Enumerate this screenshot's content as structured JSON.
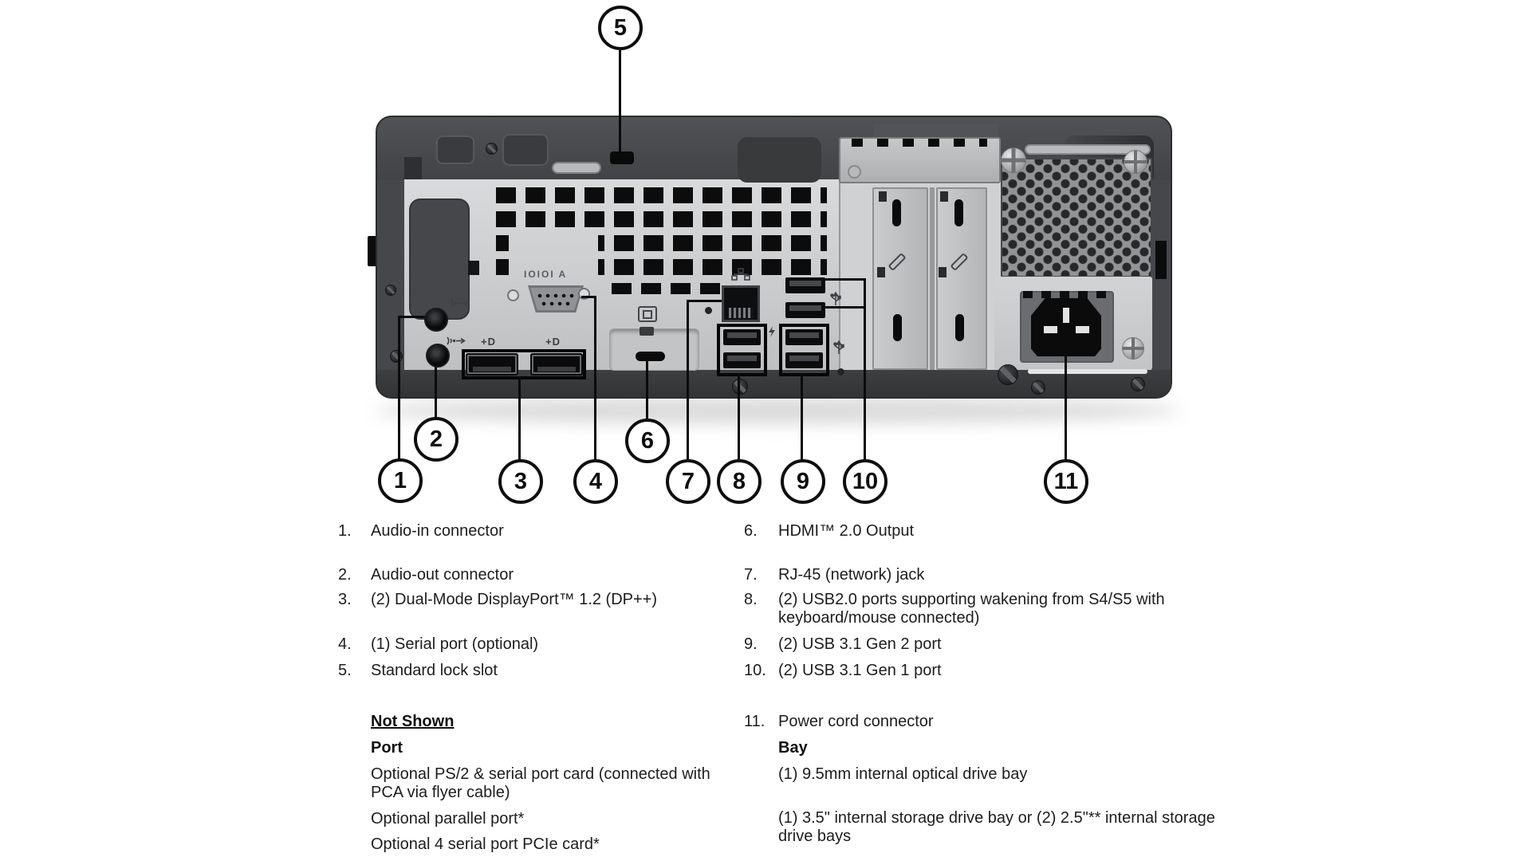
{
  "colors": {
    "chassis_dark": "#46474a",
    "panel_light": "#c8c9cb",
    "port_black": "#0c0c0d",
    "callout_ink": "#0e0e0e",
    "text": "#1d1d1f"
  },
  "diagram": {
    "serial_port_label": "IOIOI A",
    "dp_icon_label": "+D"
  },
  "callouts": [
    "1",
    "2",
    "3",
    "4",
    "5",
    "6",
    "7",
    "8",
    "9",
    "10",
    "11"
  ],
  "legend": {
    "left": [
      {
        "num": "1.",
        "text": "Audio-in connector"
      },
      {
        "num": "2.",
        "text": "Audio-out connector"
      },
      {
        "num": "3.",
        "text": "(2) Dual-Mode DisplayPort™ 1.2 (DP++)"
      },
      {
        "num": "4.",
        "text": "(1) Serial port (optional)"
      },
      {
        "num": "5.",
        "text": "Standard lock slot"
      }
    ],
    "right": [
      {
        "num": "6.",
        "text": "HDMI™ 2.0 Output"
      },
      {
        "num": "7.",
        "text": "RJ-45 (network) jack"
      },
      {
        "num": "8.",
        "text": "(2) USB2.0 ports supporting wakening from S4/S5 with keyboard/mouse connected)"
      },
      {
        "num": "9.",
        "text": "(2) USB 3.1 Gen 2 port"
      },
      {
        "num": "10.",
        "text": "(2) USB 3.1 Gen 1 port"
      }
    ],
    "not_shown": {
      "title": "Not Shown",
      "port_heading": "Port",
      "items": [
        "Optional PS/2 & serial port card (connected with PCA via flyer cable)",
        "Optional parallel port*",
        "Optional 4 serial port PCIe card*"
      ]
    },
    "shown_right": {
      "num": "11.",
      "text": "Power cord connector",
      "bay_heading": "Bay",
      "items": [
        "(1) 9.5mm internal optical drive bay",
        "(1) 3.5\" internal storage drive bay or (2) 2.5\"** internal storage drive bays"
      ]
    }
  },
  "icons": {
    "audio-in-icon": "sound waves with arrow",
    "audio-out-icon": "sound waves with arrow",
    "network-icon": "three connected network nodes",
    "usb-icon": "USB trident",
    "usb-ss-icon": "SuperSpeed USB trident",
    "wake-icon": "lightning bolt",
    "displayport-icon": "+D",
    "hdmi-icon": "nested squares",
    "lock-icon": "lock slot"
  }
}
